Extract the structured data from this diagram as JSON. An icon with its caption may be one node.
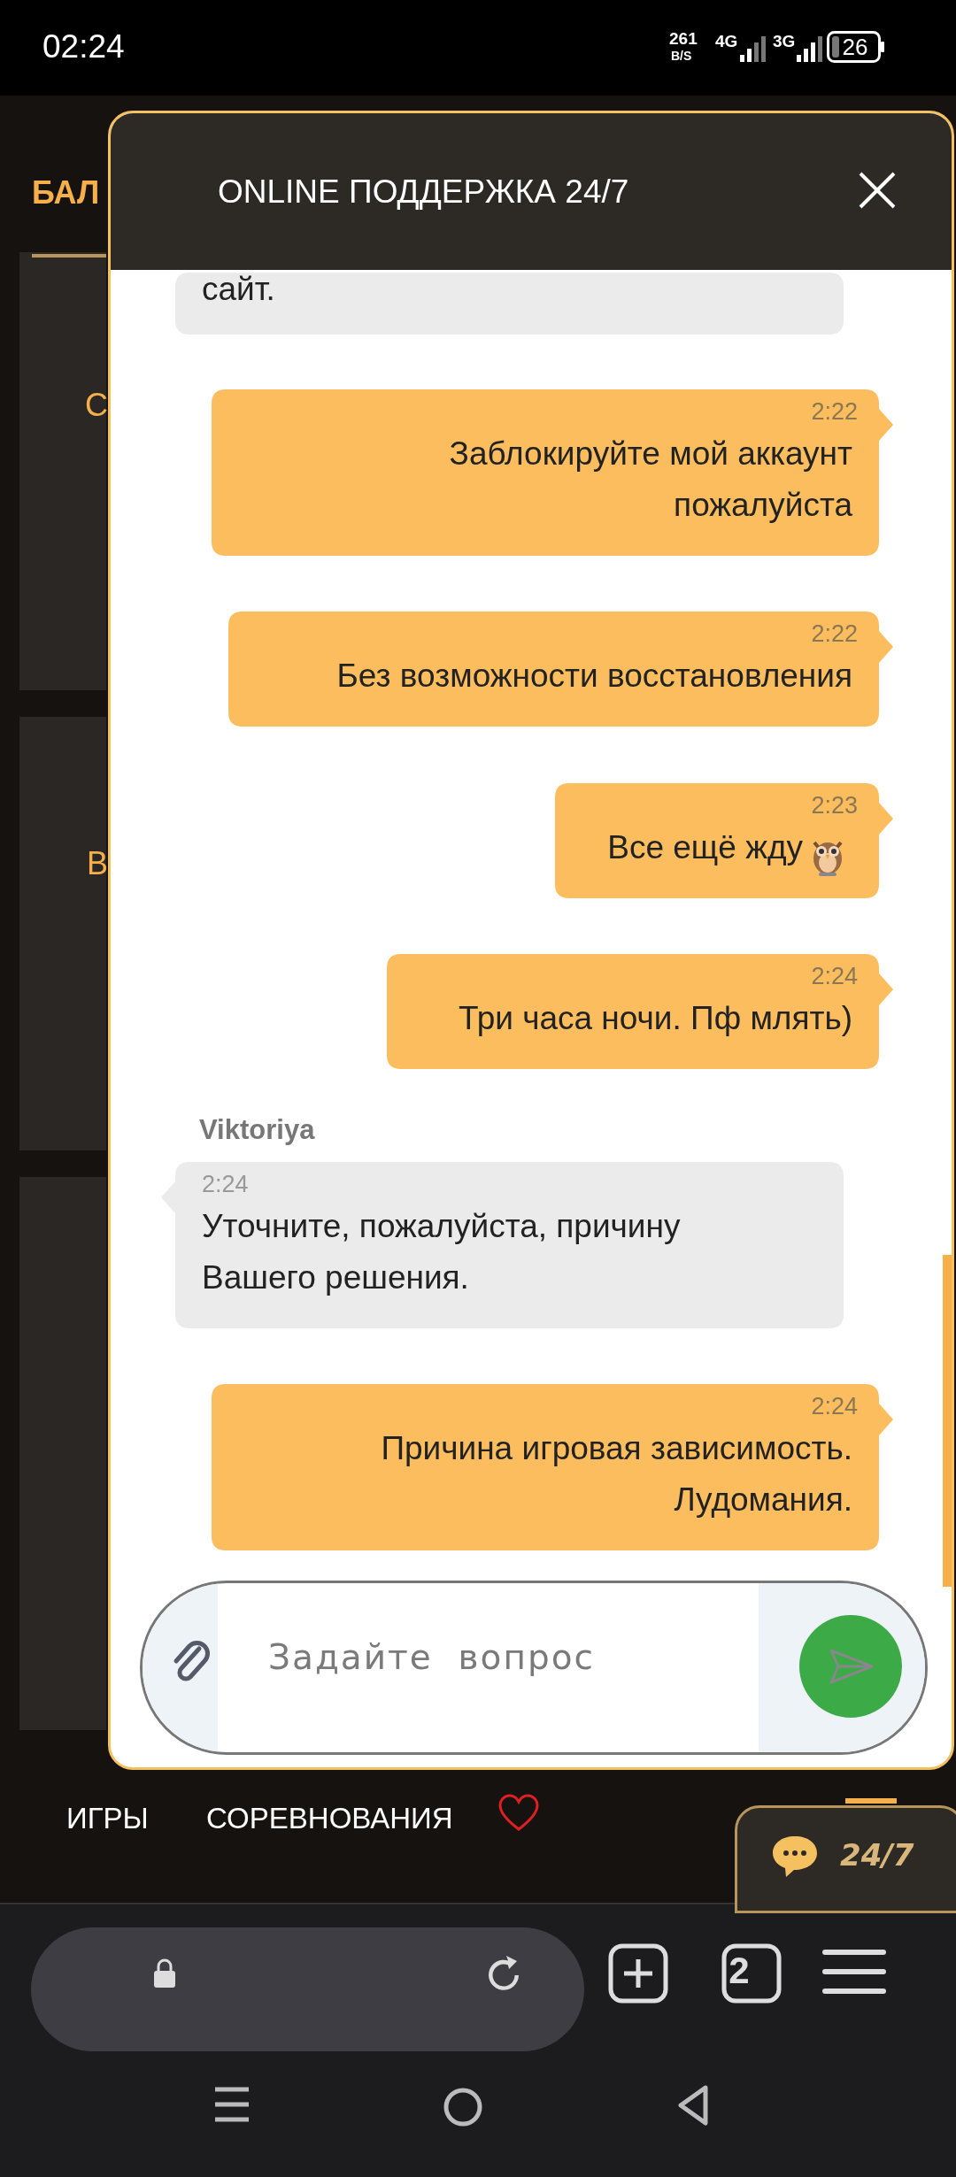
{
  "diagram": {
    "nodes": [
      {
        "text": [
          "ONLINE ПОДДЕРЖКА 24/7"
        ]
      },
      {
        "text": [
          "сайт."
        ],
        "in": 0
      },
      {
        "text": [
          "2:22",
          "Заблокируйте мой аккаунт пожалуйста"
        ],
        "in": 0
      },
      {
        "text": [
          "2:22",
          "Без возможности восстановления"
        ],
        "in": 0
      },
      {
        "text": [
          "2:23",
          "Все ещё жду"
        ],
        "in": 0
      },
      {
        "text": [
          "2:24",
          "Три часа ночи. Пф млять)"
        ],
        "in": 0
      },
      {
        "text": [
          "2:24",
          "Уточните, пожалуйста, причину Вашего решения."
        ],
        "in": 0,
        "beside": [
          "Viktoriya"
        ]
      },
      {
        "text": [
          "2:24",
          "Причина игровая зависимость. Лудомания."
        ],
        "in": 0
      },
      {
        "text": [
          "Задайте  вопрос"
        ],
        "in": 0
      },
      {
        "text": [
          "24/7"
        ]
      }
    ],
    "labels": [
      "02:24",
      "261",
      "B/S",
      "4G",
      "3G",
      "26",
      "БАЛ",
      "С",
      "В",
      "ИГРЫ",
      "СОРЕВНОВАНИЯ",
      "2"
    ]
  }
}
